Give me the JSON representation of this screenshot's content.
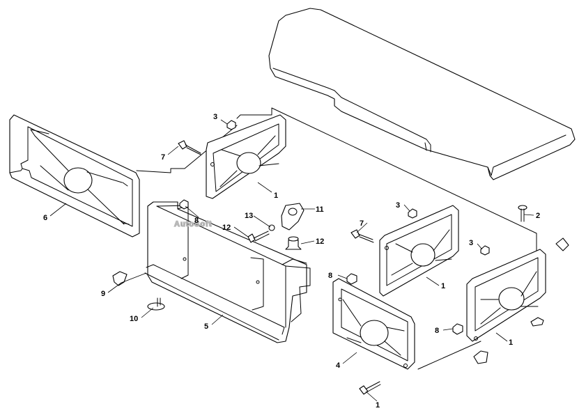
{
  "watermark": "AutoSoft",
  "callouts": [
    {
      "id": "c-3a",
      "label": "3"
    },
    {
      "id": "c-7a",
      "label": "7"
    },
    {
      "id": "c-1a",
      "label": "1"
    },
    {
      "id": "c-6",
      "label": "6"
    },
    {
      "id": "c-8a",
      "label": "8"
    },
    {
      "id": "c-11",
      "label": "11"
    },
    {
      "id": "c-13",
      "label": "13"
    },
    {
      "id": "c-12a",
      "label": "12"
    },
    {
      "id": "c-12b",
      "label": "12"
    },
    {
      "id": "c-3b",
      "label": "3"
    },
    {
      "id": "c-7b",
      "label": "7"
    },
    {
      "id": "c-2",
      "label": "2"
    },
    {
      "id": "c-3c",
      "label": "3"
    },
    {
      "id": "c-8b",
      "label": "8"
    },
    {
      "id": "c-1b",
      "label": "1"
    },
    {
      "id": "c-9",
      "label": "9"
    },
    {
      "id": "c-10",
      "label": "10"
    },
    {
      "id": "c-5",
      "label": "5"
    },
    {
      "id": "c-4",
      "label": "4"
    },
    {
      "id": "c-8c",
      "label": "8"
    },
    {
      "id": "c-1c",
      "label": "1"
    },
    {
      "id": "c-1d",
      "label": "1"
    }
  ]
}
